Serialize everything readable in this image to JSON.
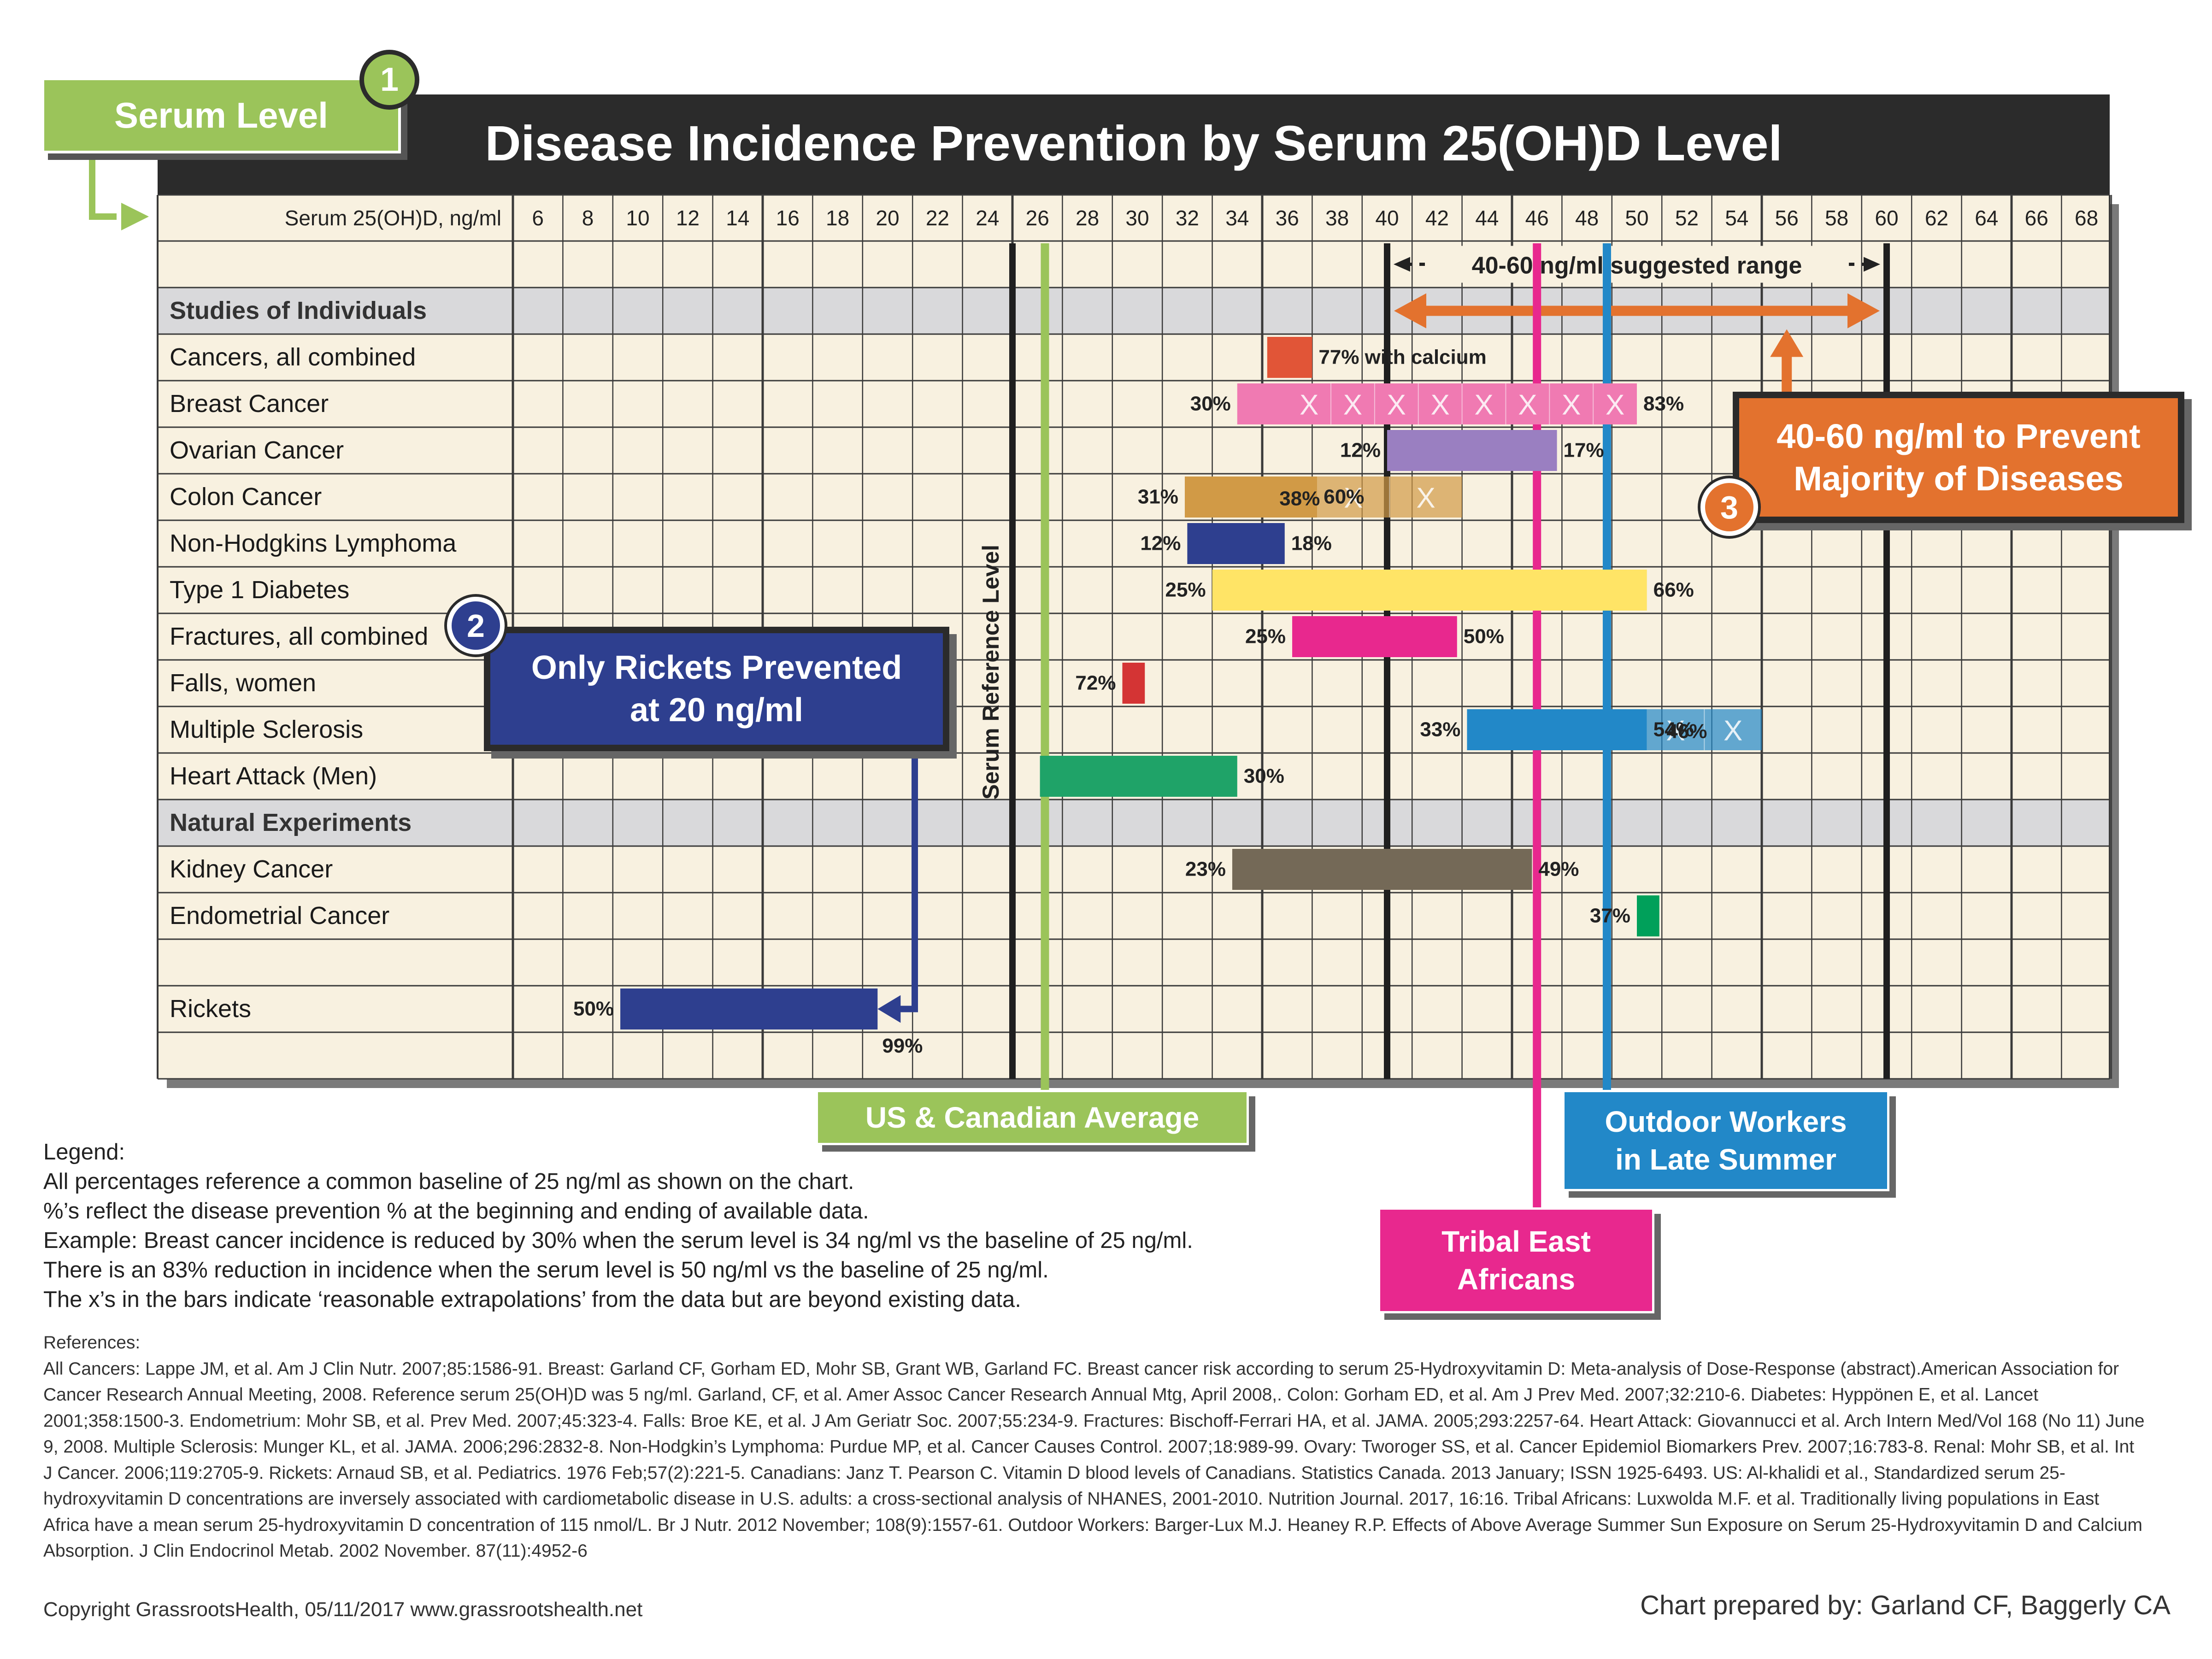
{
  "colors": {
    "title_bar": "#2b2b2b",
    "cream": "#f8f1e0",
    "section_gray": "#d9d9db",
    "us_avg": "#9bc45a",
    "tribal": "#e8288e",
    "outdoor": "#2288c8",
    "orange": "#e3722e",
    "navy": "#2e3f8f"
  },
  "callouts": {
    "serum_level": "Serum Level",
    "badge1": "1",
    "badge2": "2",
    "badge3": "3",
    "rickets_line1": "Only Rickets Prevented",
    "rickets_line2": "at 20 ng/ml",
    "prevent_line1": "40-60 ng/ml to Prevent",
    "prevent_line2": "Majority of Diseases",
    "us_avg": "US & Canadian Average",
    "outdoor_line1": "Outdoor Workers",
    "outdoor_line2": "in Late Summer",
    "tribal_line1": "Tribal East",
    "tribal_line2": "Africans"
  },
  "chart_data": {
    "type": "bar",
    "orientation": "horizontal",
    "title": "Disease Incidence Prevention by Serum 25(OH)D Level",
    "axis_label": "Serum 25(OH)D, ng/ml",
    "x_ticks": [
      6,
      8,
      10,
      12,
      14,
      16,
      18,
      20,
      22,
      24,
      26,
      28,
      30,
      32,
      34,
      36,
      38,
      40,
      42,
      44,
      46,
      48,
      50,
      52,
      54,
      56,
      58,
      60,
      62,
      64,
      66,
      68
    ],
    "suggested_range_label": "40-60 ng/ml suggested range",
    "suggested_range": [
      40,
      60
    ],
    "reference_label": "Serum Reference Level",
    "reference_value": 25,
    "vertical_markers": [
      {
        "name": "US & Canadian Average",
        "value": 26.3
      },
      {
        "name": "Tribal East Africans",
        "value": 46
      },
      {
        "name": "Outdoor Workers in Late Summer",
        "value": 48.8
      }
    ],
    "sections": [
      "Studies of Individuals",
      "Natural Experiments"
    ],
    "rows": [
      {
        "label": "",
        "kind": "blank"
      },
      {
        "label": "Studies of Individuals",
        "kind": "section"
      },
      {
        "label": "Cancers, all combined",
        "color": "#e15537",
        "start": 35.2,
        "end": 37,
        "start_label": "",
        "end_label": "77% with calcium",
        "x_marks": 0
      },
      {
        "label": "Breast Cancer",
        "color": "#f07ab2",
        "start": 34,
        "end": 50,
        "start_label": "30%",
        "end_label": "83%",
        "x_marks": 8
      },
      {
        "label": "Ovarian Cancer",
        "color": "#9a7fc1",
        "start": 40,
        "end": 46.8,
        "start_label": "12%",
        "end_label": "17%",
        "x_marks": 0
      },
      {
        "label": "Colon Cancer",
        "color": "#d19a46",
        "start": 31.9,
        "end": 37.2,
        "start_label": "31%",
        "end_label": "60%",
        "mid_label": "38%",
        "x_marks": 2,
        "x_end": 43
      },
      {
        "label": "Non-Hodgkins Lymphoma",
        "color": "#2e3f8f",
        "start": 32,
        "end": 35.9,
        "start_label": "12%",
        "end_label": "18%",
        "x_marks": 0
      },
      {
        "label": "Type 1 Diabetes",
        "color": "#ffe466",
        "start": 33,
        "end": 50.4,
        "start_label": "25%",
        "end_label": "66%",
        "x_marks": 0
      },
      {
        "label": "Fractures, all combined",
        "color": "#e8288e",
        "start": 36.2,
        "end": 42.8,
        "start_label": "25%",
        "end_label": "50%",
        "x_marks": 0
      },
      {
        "label": "Falls, women",
        "color": "#d43434",
        "start": 29.4,
        "end": 30.3,
        "start_label": "72%",
        "end_label": "",
        "x_marks": 0
      },
      {
        "label": "Multiple Sclerosis",
        "color": "#2288c8",
        "start": 43.2,
        "end": 50.4,
        "start_label": "33%",
        "end_label": "54%",
        "mid_label": "46%",
        "x_marks": 2,
        "x_end": 55
      },
      {
        "label": "Heart Attack (Men)",
        "color": "#1fa368",
        "start": 26.1,
        "end": 34,
        "start_label": "",
        "end_label": "30%",
        "x_marks": 0
      },
      {
        "label": "Natural Experiments",
        "kind": "section"
      },
      {
        "label": "Kidney Cancer",
        "color": "#746957",
        "start": 33.8,
        "end": 45.8,
        "start_label": "23%",
        "end_label": "49%",
        "x_marks": 0
      },
      {
        "label": "Endometrial Cancer",
        "color": "#00a05a",
        "start": 50,
        "end": 50.9,
        "start_label": "37%",
        "end_label": "",
        "x_marks": 0
      },
      {
        "label": "",
        "kind": "blank"
      },
      {
        "label": "Rickets",
        "color": "#2e3f8f",
        "start": 9.3,
        "end": 19.6,
        "start_label": "50%",
        "end_label": "99%",
        "x_marks": 0
      },
      {
        "label": "",
        "kind": "blank"
      }
    ]
  },
  "legend": {
    "heading": "Legend:",
    "lines": [
      "All percentages reference a common baseline of 25 ng/ml as shown on the chart.",
      "%’s reflect the disease prevention % at the beginning and ending of available data.",
      "Example:  Breast cancer incidence is reduced by 30% when the serum level is 34 ng/ml vs the baseline of 25 ng/ml.",
      "There is an 83% reduction in incidence when the serum level is 50 ng/ml vs the baseline of 25 ng/ml.",
      "The x’s in the bars indicate ‘reasonable extrapolations’ from the data but are beyond existing data."
    ]
  },
  "references": {
    "heading": "References:",
    "text": "All Cancers: Lappe JM, et al. Am J Clin Nutr. 2007;85:1586-91.  Breast: Garland CF, Gorham ED, Mohr SB, Grant WB, Garland FC.  Breast cancer risk according to serum 25-Hydroxyvitamin D: Meta-analysis of Dose-Response (abstract).American Association for Cancer Research Annual Meeting, 2008. Reference serum 25(OH)D was 5 ng/ml.  Garland, CF, et al. Amer Assoc Cancer Research Annual Mtg, April 2008,.  Colon: Gorham ED, et al. Am J Prev Med. 2007;32:210-6.  Diabetes: Hyppönen E, et al. Lancet 2001;358:1500-3.  Endometrium: Mohr SB, et al. Prev Med. 2007;45:323-4.  Falls: Broe KE, et al. J Am Geriatr Soc. 2007;55:234-9.  Fractures: Bischoff-Ferrari HA, et al. JAMA. 2005;293:2257-64.  Heart Attack: Giovannucci et al. Arch Intern Med/Vol 168 (No 11) June 9, 2008.  Multiple Sclerosis: Munger KL, et al. JAMA. 2006;296:2832-8.  Non-Hodgkin’s Lymphoma: Purdue MP, et al. Cancer Causes Control. 2007;18:989-99.  Ovary: Tworoger SS, et al. Cancer Epidemiol Biomarkers Prev. 2007;16:783-8.  Renal: Mohr SB, et al. Int J Cancer. 2006;119:2705-9.  Rickets: Arnaud SB, et al. Pediatrics. 1976 Feb;57(2):221-5.  Canadians: Janz T. Pearson C. Vitamin D blood levels of Canadians. Statistics Canada. 2013 January; ISSN 1925-6493. US: Al-khalidi et al., Standardized serum 25-hydroxyvitamin D concentrations are inversely associated with cardiometabolic disease in U.S. adults: a cross-sectional analysis of NHANES, 2001-2010. Nutrition Journal. 2017, 16:16. Tribal Africans: Luxwolda M.F. et al. Traditionally living populations in East Africa have a mean serum 25-hydroxyvitamin D concentration of 115 nmol/L. Br J Nutr. 2012 November; 108(9):1557-61.  Outdoor Workers: Barger-Lux M.J. Heaney R.P. Effects of Above Average Summer Sun Exposure on Serum 25-Hydroxyvitamin D and Calcium Absorption. J Clin Endocrinol Metab. 2002 November. 87(11):4952-6"
  },
  "footer": {
    "copyright": "Copyright GrassrootsHealth, 05/11/2017 www.grassrootshealth.net",
    "prepared_by": "Chart prepared by: Garland CF, Baggerly CA"
  }
}
